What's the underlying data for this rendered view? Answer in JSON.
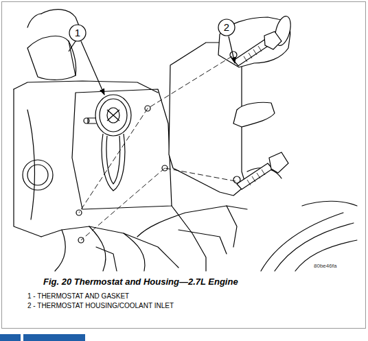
{
  "diagram": {
    "caption": "Fig. 20 Thermostat and Housing—2.7L Engine",
    "labels": [
      "1",
      "2",
      "80be46fa",
      "1 - THERMOSTAT AND GASKET",
      "2 - THERMOSTAT HOUSING/COOLANT INLET"
    ]
  }
}
